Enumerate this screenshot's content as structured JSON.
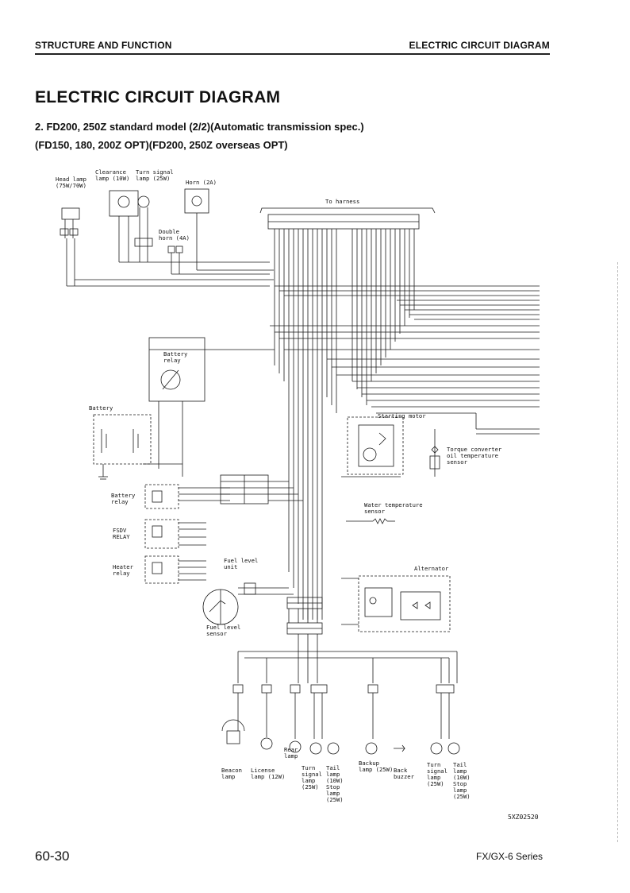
{
  "header": {
    "left": "STRUCTURE AND FUNCTION",
    "right": "ELECTRIC CIRCUIT DIAGRAM"
  },
  "title": "ELECTRIC CIRCUIT DIAGRAM",
  "subtitle": {
    "line1": "2.  FD200, 250Z standard model (2/2)(Automatic transmission spec.)",
    "line2": "(FD150, 180, 200Z OPT)(FD200, 250Z overseas OPT)"
  },
  "labels": {
    "head_lamp": "Head lamp\n(75W/70W)",
    "clearance_lamp": "Clearance\nlamp (10W)",
    "turn_signal_top": "Turn signal\nlamp (25W)",
    "horn": "Horn (2A)",
    "double_horn": "Double\nhorn (4A)",
    "to_harness": "To harness",
    "battery_relay_top": "Battery\nrelay",
    "battery": "Battery",
    "starting_motor": "Starting motor",
    "torque_converter": "Torque converter\noil temperature\nsensor",
    "battery_relay_box": "Battery\nrelay",
    "fsdv_relay": "FSDV\nRELAY",
    "heater_relay": "Heater\nrelay",
    "water_temp": "Water temperature\nsensor",
    "fuel_level_unit": "Fuel level\nunit",
    "alternator": "Alternator",
    "fuel_level_sensor": "Fuel level\nsensor",
    "beacon_lamp": "Beacon\nlamp",
    "license_lamp": "License\nlamp (12W)",
    "rear_lamp": "Rear\nlamp",
    "turn_signal_lamp_l": "Turn\nsignal\nlamp\n(25W)",
    "tail_lamp_l": "Tail\nlamp\n(10W)\nStop\nlamp\n(25W)",
    "backup_lamp": "Backup\nlamp (25W)",
    "back_buzzer": "Back\nbuzzer",
    "turn_signal_lamp_r": "Turn\nsignal\nlamp\n(25W)",
    "tail_lamp_r": "Tail\nlamp\n(10W)\nStop\nlamp\n(25W)"
  },
  "drawing_code": "5XZ02520",
  "footer": {
    "page": "60-30",
    "series": "FX/GX-6 Series"
  }
}
